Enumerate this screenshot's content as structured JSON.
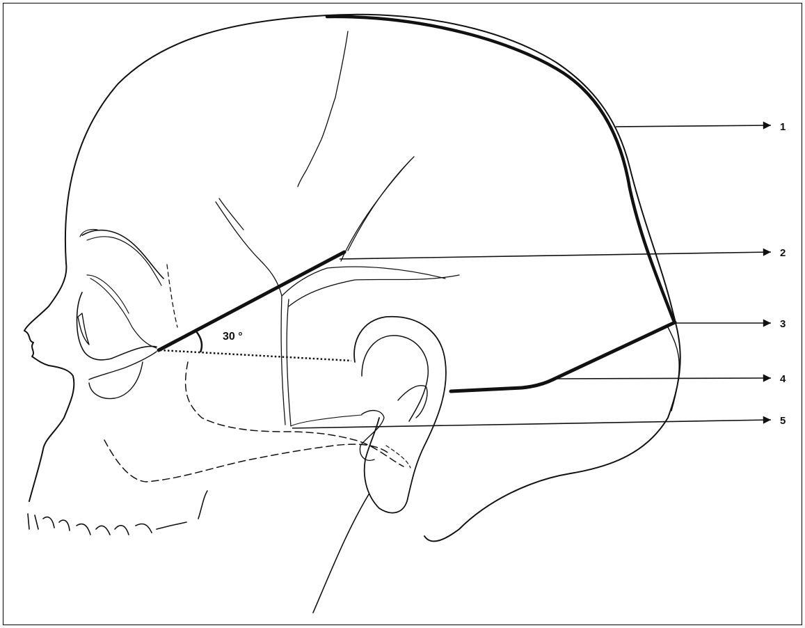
{
  "diagram": {
    "angle_label": "30 °",
    "labels": [
      "1",
      "2",
      "3",
      "4",
      "5"
    ],
    "colors": {
      "ink": "#111111",
      "background": "#ffffff"
    }
  }
}
